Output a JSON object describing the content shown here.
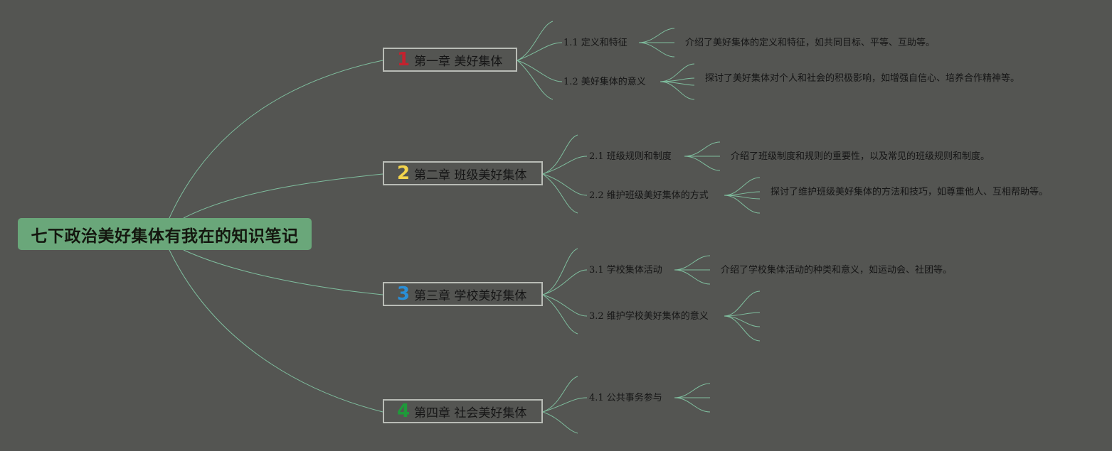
{
  "title": "七下政治美好集体有我在的知识笔记",
  "colors": {
    "background": "#545552",
    "root_fill": "#6aa77a",
    "line": "#7fbe9e",
    "chapter_border": "#b9bcb6"
  },
  "chapters": [
    {
      "number": "1",
      "number_color": "#c4222e",
      "label": "第一章 美好集体",
      "sections": [
        {
          "label": "1.1 定义和特征",
          "detail": "介绍了美好集体的定义和特征，如共同目标、平等、互助等。"
        },
        {
          "label": "1.2 美好集体的意义",
          "detail": "探讨了美好集体对个人和社会的积极影响，如增强自信心、培养合作精神等。"
        }
      ]
    },
    {
      "number": "2",
      "number_color": "#f3d44c",
      "label": "第二章 班级美好集体",
      "sections": [
        {
          "label": "2.1 班级规则和制度",
          "detail": "介绍了班级制度和规则的重要性，以及常见的班级规则和制度。"
        },
        {
          "label": "2.2 维护班级美好集体的方式",
          "detail": "探讨了维护班级美好集体的方法和技巧，如尊重他人、互相帮助等。"
        }
      ]
    },
    {
      "number": "3",
      "number_color": "#2a8fd8",
      "label": "第三章 学校美好集体",
      "sections": [
        {
          "label": "3.1 学校集体活动",
          "detail": "介绍了学校集体活动的种类和意义，如运动会、社团等。"
        },
        {
          "label": "3.2 维护学校美好集体的意义",
          "detail": ""
        }
      ]
    },
    {
      "number": "4",
      "number_color": "#1f9a3a",
      "label": "第四章 社会美好集体",
      "sections": [
        {
          "label": "4.1 公共事务参与",
          "detail": ""
        }
      ]
    }
  ]
}
